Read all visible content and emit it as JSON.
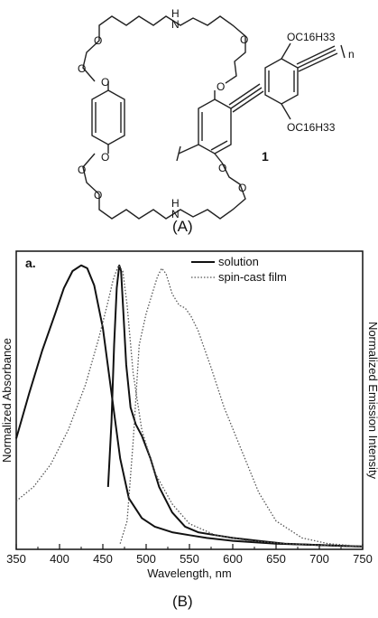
{
  "panel_a": {
    "caption": "(A)",
    "labels": {
      "nh_top": "N",
      "h_top": "H",
      "nh_bottom": "N",
      "h_bottom": "H",
      "o": "O",
      "alkoxy_top": "OC16H33",
      "alkoxy_bottom": "OC16H33",
      "repeat": "n",
      "compound": "1"
    }
  },
  "panel_b": {
    "caption": "(B)",
    "panel_label": "a."
  },
  "chart_data": {
    "type": "line",
    "title": "",
    "xlabel": "Wavelength, nm",
    "ylabel": "Normalized Absorbance",
    "ylabel_right": "Normalized Emission Intensity",
    "xlim": [
      350,
      750
    ],
    "ylim": [
      0,
      1.05
    ],
    "x_ticks": [
      350,
      400,
      450,
      500,
      550,
      600,
      650,
      700,
      750
    ],
    "grid": false,
    "legend_position": "top-right",
    "legend": [
      "solution",
      "spin-cast film"
    ],
    "series": [
      {
        "name": "solution",
        "style": "solid",
        "x": [
          350,
          365,
          380,
          395,
          405,
          415,
          425,
          432,
          440,
          450,
          460,
          470,
          480,
          495,
          510,
          530,
          550,
          570,
          600,
          650,
          700,
          750
        ],
        "y": [
          0.39,
          0.55,
          0.7,
          0.83,
          0.92,
          0.98,
          1.0,
          0.99,
          0.93,
          0.78,
          0.55,
          0.32,
          0.18,
          0.11,
          0.08,
          0.06,
          0.05,
          0.04,
          0.03,
          0.02,
          0.015,
          0.01
        ]
      },
      {
        "style": "solid",
        "x": [
          456,
          460,
          463,
          466,
          469,
          471,
          474,
          477,
          482,
          488,
          495,
          505,
          515,
          530,
          545,
          560,
          580,
          600,
          630,
          660,
          700,
          750
        ],
        "y": [
          0.22,
          0.45,
          0.72,
          0.92,
          1.0,
          0.98,
          0.82,
          0.65,
          0.5,
          0.44,
          0.4,
          0.32,
          0.22,
          0.13,
          0.08,
          0.06,
          0.05,
          0.04,
          0.03,
          0.02,
          0.015,
          0.01
        ]
      },
      {
        "name": "spin-cast film",
        "style": "dotted",
        "x": [
          350,
          370,
          390,
          410,
          430,
          445,
          455,
          462,
          468,
          473,
          478,
          485,
          495,
          510,
          530,
          550,
          580,
          620,
          660,
          700,
          750
        ],
        "y": [
          0.17,
          0.22,
          0.3,
          0.42,
          0.58,
          0.74,
          0.86,
          0.95,
          1.0,
          0.98,
          0.86,
          0.62,
          0.42,
          0.27,
          0.16,
          0.09,
          0.05,
          0.03,
          0.02,
          0.015,
          0.01
        ]
      },
      {
        "style": "dotted",
        "x": [
          470,
          478,
          485,
          492,
          500,
          507,
          513,
          518,
          523,
          530,
          538,
          545,
          552,
          560,
          575,
          590,
          610,
          630,
          650,
          680,
          710,
          750
        ],
        "y": [
          0.02,
          0.1,
          0.38,
          0.72,
          0.83,
          0.9,
          0.96,
          0.99,
          0.97,
          0.9,
          0.86,
          0.85,
          0.82,
          0.77,
          0.64,
          0.5,
          0.35,
          0.2,
          0.1,
          0.04,
          0.02,
          0.01
        ]
      }
    ]
  }
}
